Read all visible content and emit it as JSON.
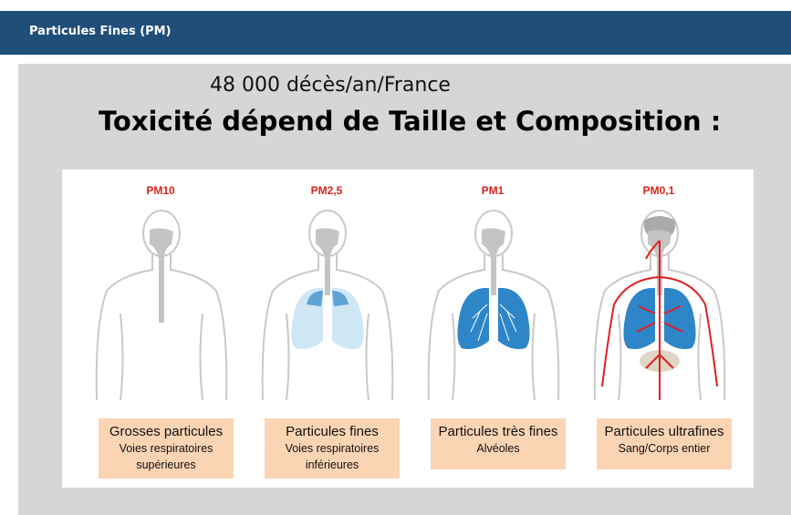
{
  "header": {
    "title": "Particules Fines (PM)"
  },
  "slide": {
    "subtitle": "48 000 décès/an/France",
    "heading": "Toxicité dépend de Taille et Composition :"
  },
  "figures": [
    {
      "pm": "PM10",
      "box_title": "Grosses particules",
      "box_line1": "Voies respiratoires",
      "box_line2": "supérieures"
    },
    {
      "pm": "PM2,5",
      "box_title": "Particules fines",
      "box_line1": "Voies respiratoires",
      "box_line2": "inférieures"
    },
    {
      "pm": "PM1",
      "box_title": "Particules très fines",
      "box_line1": "Alvéoles",
      "box_line2": ""
    },
    {
      "pm": "PM0,1",
      "box_title": "Particules ultrafines",
      "box_line1": "Sang/Corps entier",
      "box_line2": ""
    }
  ],
  "colors": {
    "header_bg": "#1f4e79",
    "slide_bg": "#d7d6d6",
    "pm_label": "#d9231d",
    "box_bg": "#fbd4b4",
    "lung_light": "#cfe6f5",
    "lung_blue": "#2e86c8",
    "vessel_red": "#e02020"
  }
}
